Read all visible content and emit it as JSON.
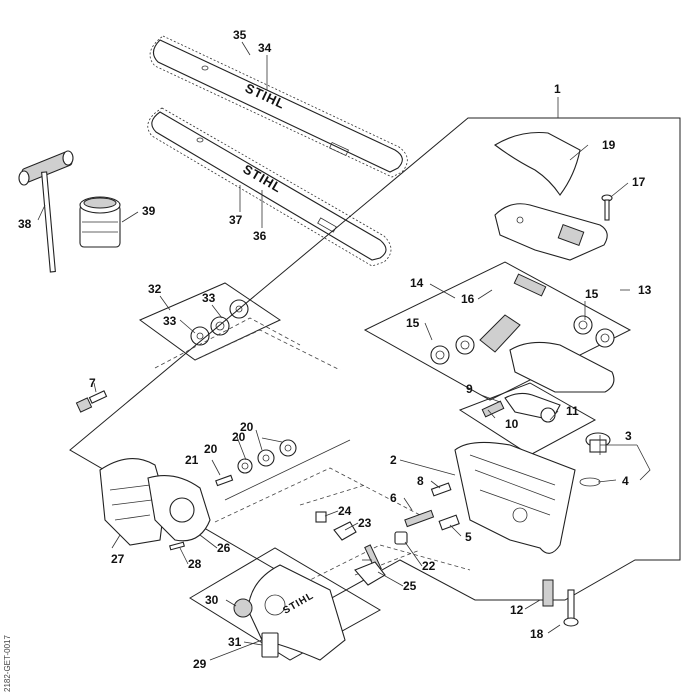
{
  "diagram": {
    "brand_bar_upper": "STIHL",
    "brand_bar_lower": "STIHL",
    "brand_cover": "STIHL",
    "document_id": "2182-GET-0017",
    "callouts": {
      "c1": "1",
      "c2": "2",
      "c3": "3",
      "c4": "4",
      "c5": "5",
      "c6": "6",
      "c7": "7",
      "c8": "8",
      "c9": "9",
      "c10": "10",
      "c11": "11",
      "c12": "12",
      "c13": "13",
      "c14": "14",
      "c15a": "15",
      "c15b": "15",
      "c16": "16",
      "c17": "17",
      "c18": "18",
      "c19": "19",
      "c20a": "20",
      "c20b": "20",
      "c20c": "20",
      "c21": "21",
      "c22": "22",
      "c23": "23",
      "c24": "24",
      "c25": "25",
      "c26": "26",
      "c27": "27",
      "c28": "28",
      "c29": "29",
      "c30": "30",
      "c31": "31",
      "c32": "32",
      "c33a": "33",
      "c33b": "33",
      "c34": "34",
      "c35": "35",
      "c36": "36",
      "c37": "37",
      "c38": "38",
      "c39": "39"
    }
  }
}
